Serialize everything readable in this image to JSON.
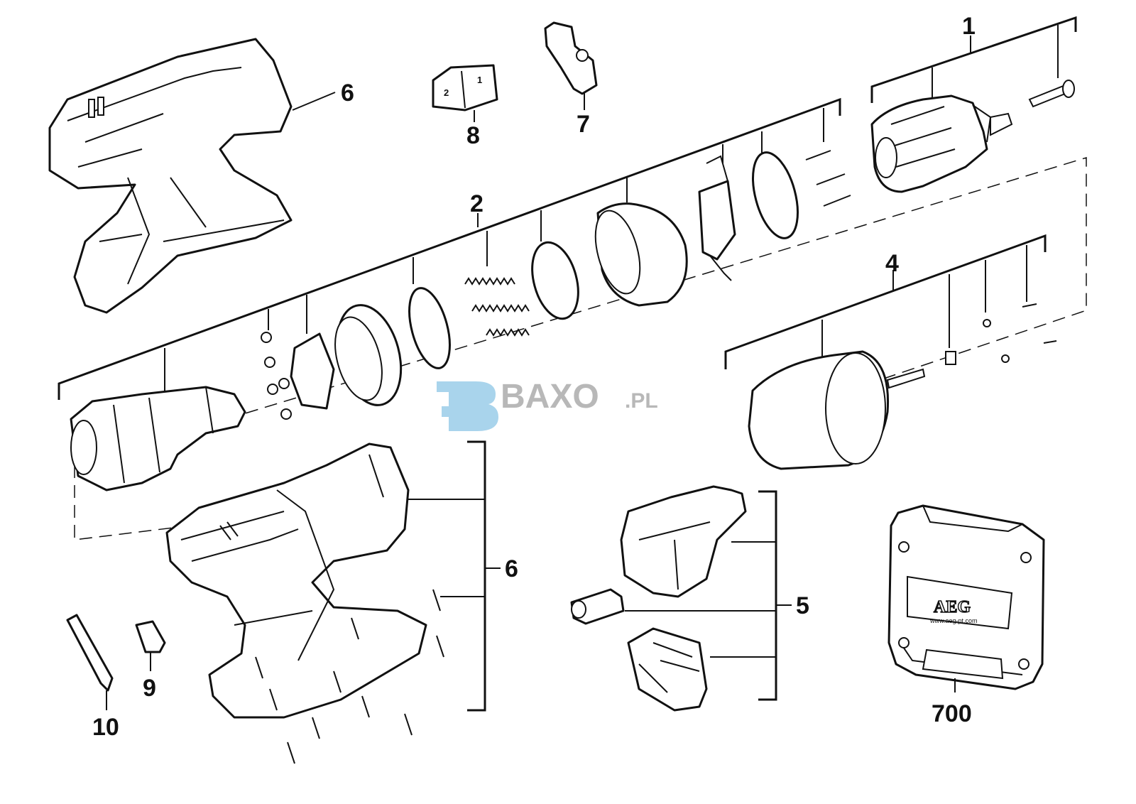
{
  "diagram": {
    "part_labels": {
      "chuck_assembly": "1",
      "gearbox_assembly": "2",
      "motor_assembly": "4",
      "switch_assembly": "5",
      "housing_top": "6",
      "housing_bottom": "6",
      "direction_slider": "7",
      "gear_selector": "8",
      "bit_holder": "9",
      "screwdriver_bit": "10",
      "carry_case": "700"
    },
    "gear_selector_marks": [
      "1",
      "2"
    ],
    "case_brand": "AEG",
    "case_url": "www.aeg-pt.com",
    "watermark": {
      "brand": "BAXO",
      "suffix": ".PL",
      "color": "#b8b8b8",
      "icon_color": "#a9d4ec"
    }
  }
}
